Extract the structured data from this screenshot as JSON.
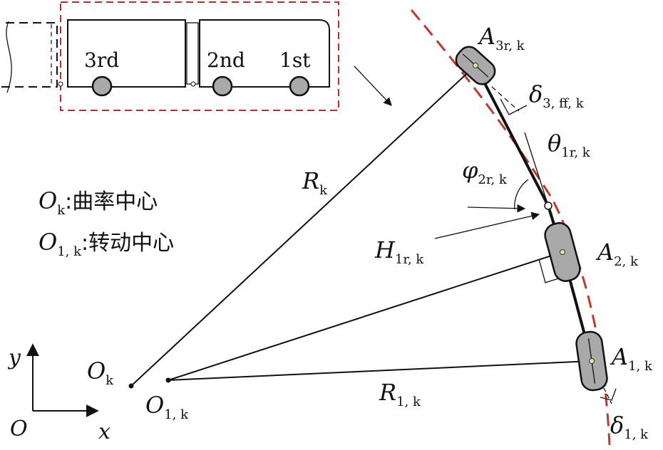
{
  "inset": {
    "car_labels": [
      "3rd",
      "2nd",
      "1st"
    ]
  },
  "points": {
    "A3": {
      "main": "A",
      "sub": "3r, k"
    },
    "A2": {
      "main": "A",
      "sub": "2, k"
    },
    "A1": {
      "main": "A",
      "sub": "1, k"
    },
    "Ok": {
      "main": "O",
      "sub": "k"
    },
    "O1k": {
      "main": "O",
      "sub": "1, k"
    }
  },
  "angles": {
    "delta3": {
      "main": "δ",
      "sub": "3, ff, k"
    },
    "theta1r": {
      "main": "θ",
      "sub": "1r, k"
    },
    "phi2r": {
      "main": "φ",
      "sub": "2r, k"
    },
    "delta1": {
      "main": "δ",
      "sub": "1, k"
    }
  },
  "lengths": {
    "Rk": {
      "main": "R",
      "sub": "k"
    },
    "R1k": {
      "main": "R",
      "sub": "1, k"
    },
    "H1r": {
      "main": "H",
      "sub": "1r, k"
    }
  },
  "legend": {
    "items": [
      {
        "main": "O",
        "sub": "k",
        "text": ":曲率中心"
      },
      {
        "main": "O",
        "sub": "1, k",
        "text": ":转动中心"
      }
    ]
  },
  "axes": {
    "origin": "O",
    "x": "x",
    "y": "y"
  },
  "colors": {
    "curve": "#c0392b",
    "ink": "#111111",
    "wheel_fill": "#a9a9a9"
  }
}
